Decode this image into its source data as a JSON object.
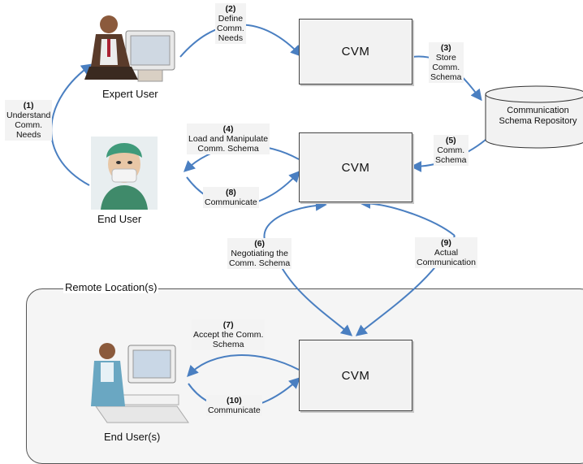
{
  "cvm": {
    "top": "CVM",
    "middle": "CVM",
    "remote": "CVM"
  },
  "repository": {
    "label": "Communication\nSchema Repository"
  },
  "actors": {
    "expert": "Expert User",
    "end": "End User",
    "remote": "End User(s)"
  },
  "remote_group": {
    "title": "Remote Location(s)"
  },
  "steps": [
    {
      "num": "(1)",
      "text": "Understand\nComm.\nNeeds"
    },
    {
      "num": "(2)",
      "text": "Define\nComm.\nNeeds"
    },
    {
      "num": "(3)",
      "text": "Store\nComm.\nSchema"
    },
    {
      "num": "(4)",
      "text": "Load and Manipulate\nComm. Schema"
    },
    {
      "num": "(5)",
      "text": "Comm.\nSchema"
    },
    {
      "num": "(6)",
      "text": "Negotiating the\nComm. Schema"
    },
    {
      "num": "(7)",
      "text": "Accept the Comm.\nSchema"
    },
    {
      "num": "(8)",
      "text": "Communicate"
    },
    {
      "num": "(9)",
      "text": "Actual\nCommunication"
    },
    {
      "num": "(10)",
      "text": "Communicate"
    }
  ],
  "colors": {
    "arrow": "#4a7fc1",
    "box_fill": "#f2f2f2",
    "remote_fill": "#f5f5f5"
  }
}
